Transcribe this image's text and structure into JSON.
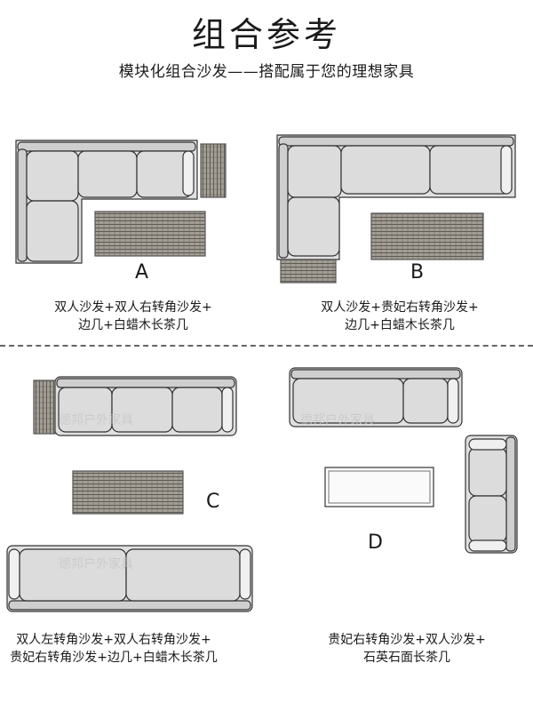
{
  "header": {
    "title": "组合参考",
    "subtitle": "模块化组合沙发——搭配属于您的理想家具"
  },
  "options": [
    {
      "letter": "A",
      "caption": [
        "双人沙发+双人右转角沙发+",
        "边几+白蜡木长茶几"
      ]
    },
    {
      "letter": "B",
      "caption": [
        "双人沙发+贵妃右转角沙发+",
        "边几+白蜡木长茶几"
      ]
    },
    {
      "letter": "C",
      "caption": [
        "双人左转角沙发+双人右转角沙发+",
        "贵妃右转角沙发+边几+白蜡木长茶几"
      ]
    },
    {
      "letter": "D",
      "caption": [
        "贵妃右转角沙发+双人沙发+",
        "石英石面长茶几"
      ]
    }
  ],
  "watermarks": [
    "德邦户外家具",
    "德邦户外家具",
    "德邦户外家具"
  ],
  "colors": {
    "sofa_fill": "#dcdcdc",
    "sofa_stroke": "#333333",
    "wood": "#8f8a82",
    "divider": "#666666"
  }
}
